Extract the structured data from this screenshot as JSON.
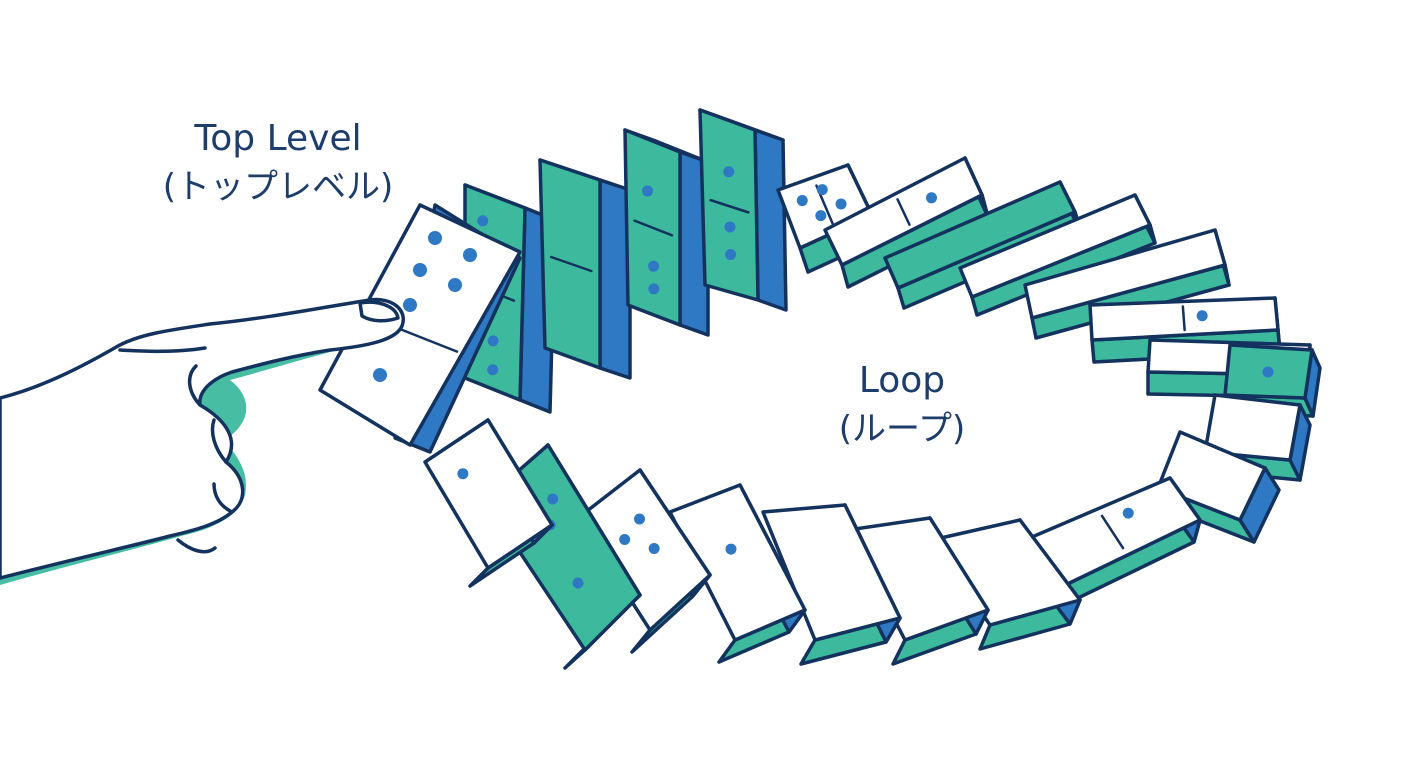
{
  "labels": {
    "top_level_en": "Top Level",
    "top_level_ja": "(トップレベル)",
    "loop_en": "Loop",
    "loop_ja": "(ループ)"
  },
  "palette": {
    "blue": "#2f78c4",
    "teal": "#3dba9e",
    "ink": "#14325e",
    "face": "#ffffff",
    "text": "#1d3d6b"
  },
  "icons": {
    "hand": "pointing-hand-icon",
    "domino": "domino-tile-icon"
  }
}
